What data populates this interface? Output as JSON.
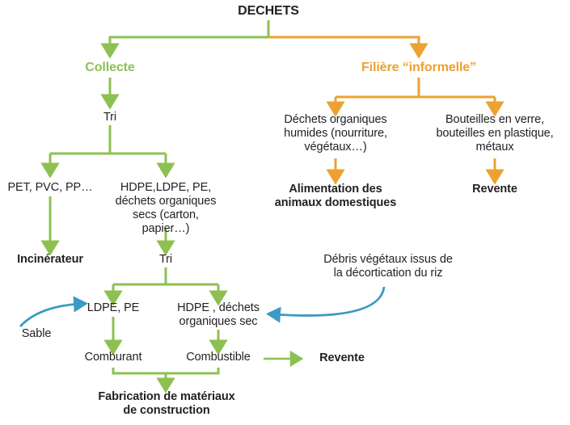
{
  "diagram": {
    "title": "DECHETS",
    "colors": {
      "green": "#8CC152",
      "orange": "#EDA132",
      "blue": "#3B9BC2",
      "text": "#231f20",
      "background": "#ffffff"
    },
    "nodes": {
      "root": "DECHETS",
      "collecte": "Collecte",
      "filiere": "Filière “informelle”",
      "tri1": "Tri",
      "pet": "PET, PVC, PP…",
      "hdpe_mix": "HDPE,LDPE, PE,\ndéchets organiques\nsecs (carton, papier…)",
      "incinerateur": "Incinérateur",
      "tri2": "Tri",
      "ldpe_pe": "LDPE, PE",
      "hdpe_sec": "HDPE , déchets\norganiques sec",
      "sable": "Sable",
      "debris": "Débris végétaux issus de\nla décortication du riz",
      "comburant": "Comburant",
      "combustible": "Combustible",
      "revente_green": "Revente",
      "fabrication": "Fabrication de matériaux\nde construction",
      "dechets_org": "Déchets organiques\nhumides (nourriture,\nvégétaux…)",
      "bouteilles": "Bouteilles en verre,\nbouteilles en plastique,\nmétaux",
      "alimentation": "Alimentation des\nanimaux domestiques",
      "revente_orange": "Revente"
    },
    "edges": [
      {
        "from": "root",
        "to": "collecte",
        "color": "green"
      },
      {
        "from": "root",
        "to": "filiere",
        "color": "orange"
      },
      {
        "from": "collecte",
        "to": "tri1",
        "color": "green"
      },
      {
        "from": "tri1",
        "to": "pet",
        "color": "green"
      },
      {
        "from": "tri1",
        "to": "hdpe_mix",
        "color": "green"
      },
      {
        "from": "pet",
        "to": "incinerateur",
        "color": "green"
      },
      {
        "from": "hdpe_mix",
        "to": "tri2",
        "color": "green"
      },
      {
        "from": "tri2",
        "to": "ldpe_pe",
        "color": "green"
      },
      {
        "from": "tri2",
        "to": "hdpe_sec",
        "color": "green"
      },
      {
        "from": "sable",
        "to": "ldpe_pe",
        "color": "blue"
      },
      {
        "from": "debris",
        "to": "hdpe_sec",
        "color": "blue"
      },
      {
        "from": "ldpe_pe",
        "to": "comburant",
        "color": "green"
      },
      {
        "from": "hdpe_sec",
        "to": "combustible",
        "color": "green"
      },
      {
        "from": "combustible",
        "to": "revente_green",
        "color": "green"
      },
      {
        "from": "comburant",
        "to": "fabrication",
        "color": "green"
      },
      {
        "from": "combustible",
        "to": "fabrication",
        "color": "green"
      },
      {
        "from": "filiere",
        "to": "dechets_org",
        "color": "orange"
      },
      {
        "from": "filiere",
        "to": "bouteilles",
        "color": "orange"
      },
      {
        "from": "dechets_org",
        "to": "alimentation",
        "color": "orange"
      },
      {
        "from": "bouteilles",
        "to": "revente_orange",
        "color": "orange"
      }
    ]
  }
}
